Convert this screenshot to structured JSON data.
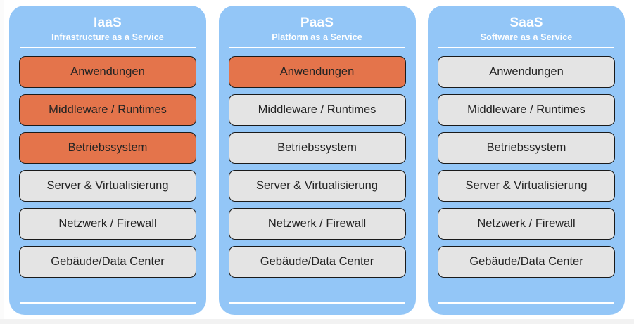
{
  "diagram": {
    "title_semantic": "cloud-service-models-responsibility-stack",
    "background_color": "#ffffff",
    "card_color": "#93c6f7",
    "highlight_color": "#e4744b",
    "muted_color": "#e4e4e4",
    "border_color": "#1a1a1a",
    "header_text_color": "#ffffff",
    "layer_text_color": "#232323"
  },
  "columns": [
    {
      "title": "IaaS",
      "subtitle": "Infrastructure as a Service",
      "layers": [
        {
          "label": "Anwendungen",
          "state": "highlight"
        },
        {
          "label": "Middleware / Runtimes",
          "state": "highlight"
        },
        {
          "label": "Betriebssystem",
          "state": "highlight"
        },
        {
          "label": "Server & Virtualisierung",
          "state": "muted"
        },
        {
          "label": "Netzwerk / Firewall",
          "state": "muted"
        },
        {
          "label": "Gebäude/Data Center",
          "state": "muted"
        }
      ]
    },
    {
      "title": "PaaS",
      "subtitle": "Platform as a Service",
      "layers": [
        {
          "label": "Anwendungen",
          "state": "highlight"
        },
        {
          "label": "Middleware / Runtimes",
          "state": "muted"
        },
        {
          "label": "Betriebssystem",
          "state": "muted"
        },
        {
          "label": "Server & Virtualisierung",
          "state": "muted"
        },
        {
          "label": "Netzwerk / Firewall",
          "state": "muted"
        },
        {
          "label": "Gebäude/Data Center",
          "state": "muted"
        }
      ]
    },
    {
      "title": "SaaS",
      "subtitle": "Software as a Service",
      "layers": [
        {
          "label": "Anwendungen",
          "state": "muted"
        },
        {
          "label": "Middleware / Runtimes",
          "state": "muted"
        },
        {
          "label": "Betriebssystem",
          "state": "muted"
        },
        {
          "label": "Server & Virtualisierung",
          "state": "muted"
        },
        {
          "label": "Netzwerk / Firewall",
          "state": "muted"
        },
        {
          "label": "Gebäude/Data Center",
          "state": "muted"
        }
      ]
    }
  ]
}
